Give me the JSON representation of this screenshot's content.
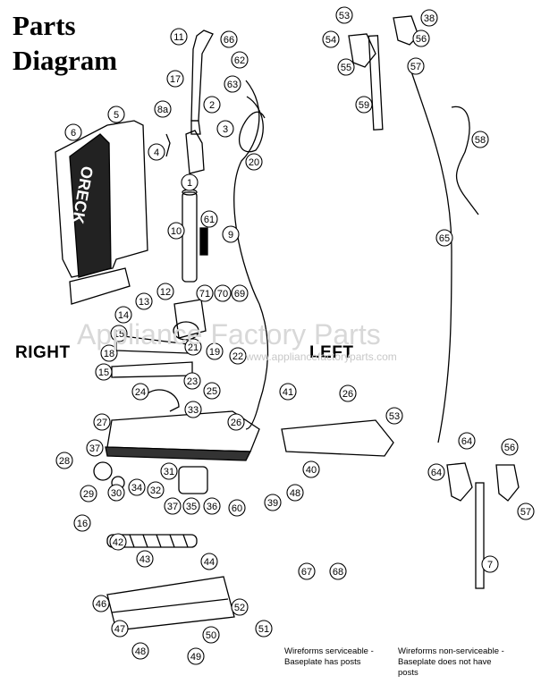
{
  "header": {
    "title_line1": "Parts",
    "title_line2": "Diagram"
  },
  "sides": {
    "right": "RIGHT",
    "left": "LEFT"
  },
  "watermark": {
    "main": "Appliance Factory Parts",
    "url": "www.appliancefactoryparts.com"
  },
  "brand_text": "ORECK",
  "notes": {
    "serviceable_line1": "Wireforms serviceable -",
    "serviceable_line2": "Baseplate has posts",
    "nonserviceable_line1": "Wireforms non-serviceable -",
    "nonserviceable_line2": "Baseplate does not have",
    "nonserviceable_line3": "posts"
  },
  "callouts": [
    "11",
    "66",
    "62",
    "17",
    "63",
    "8a",
    "2",
    "3",
    "5",
    "6",
    "4",
    "20",
    "1",
    "9",
    "10",
    "61",
    "12",
    "71",
    "70",
    "69",
    "13",
    "14",
    "15",
    "21",
    "18",
    "19",
    "22",
    "15",
    "23",
    "25",
    "24",
    "33",
    "41",
    "26",
    "27",
    "37",
    "28",
    "29",
    "30",
    "34",
    "31",
    "32",
    "37",
    "35",
    "36",
    "60",
    "39",
    "40",
    "48",
    "16",
    "42",
    "43",
    "44",
    "46",
    "52",
    "47",
    "50",
    "51",
    "48",
    "49",
    "67",
    "68",
    "53",
    "38",
    "54",
    "55",
    "56",
    "57",
    "59",
    "58",
    "65",
    "26",
    "53",
    "64",
    "64",
    "56",
    "57",
    "7"
  ]
}
